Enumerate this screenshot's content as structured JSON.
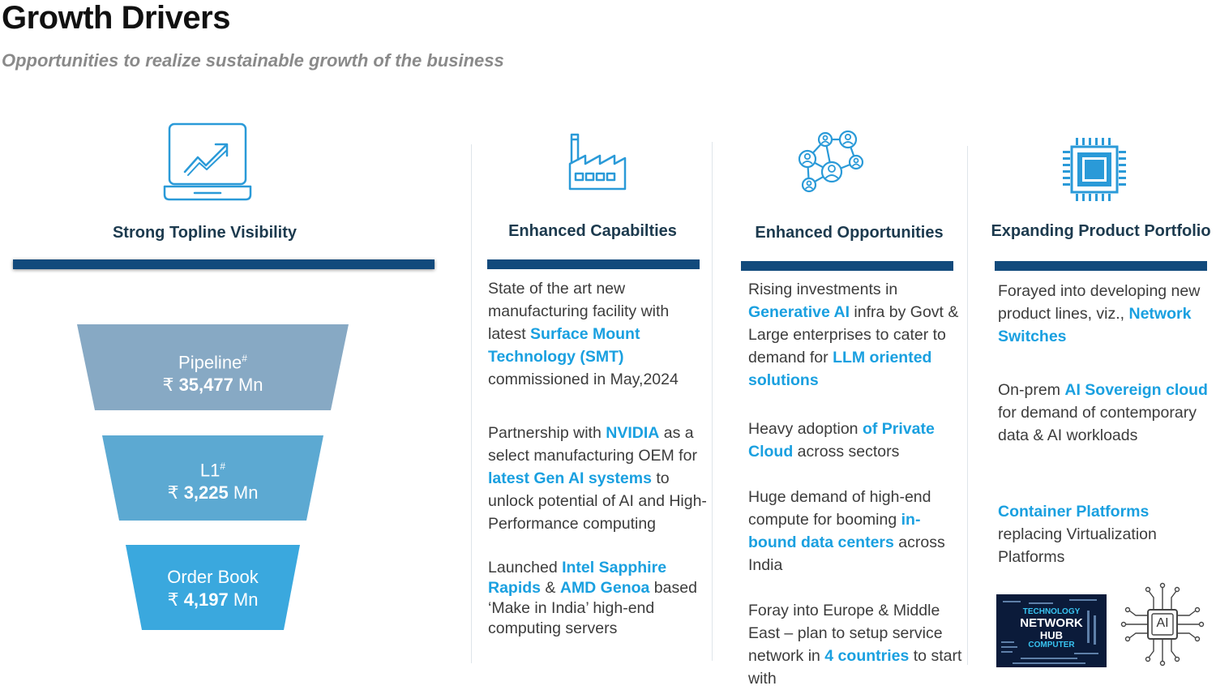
{
  "header": {
    "title": "Growth Drivers",
    "subtitle": "Opportunities to realize sustainable growth of the business"
  },
  "columns": {
    "c1": {
      "heading": "Strong Topline Visibility",
      "icon": "laptop-growth-icon"
    },
    "c2": {
      "heading": "Enhanced Capabilties",
      "icon": "factory-icon"
    },
    "c3": {
      "heading": "Enhanced Opportunities",
      "icon": "network-people-icon"
    },
    "c4": {
      "heading": "Expanding Product Portfolio",
      "icon": "chip-icon"
    }
  },
  "funnel": {
    "pipeline": {
      "label": "Pipeline",
      "sup": "#",
      "currency": "₹",
      "value": "35,477",
      "unit": "Mn"
    },
    "l1": {
      "label": "L1",
      "sup": "#",
      "currency": "₹",
      "value": "3,225",
      "unit": "Mn"
    },
    "order_book": {
      "label": "Order Book",
      "currency": "₹",
      "value": "4,197",
      "unit": "Mn"
    }
  },
  "c2_points": {
    "p1": {
      "a": "State of the art new manufacturing facility with latest ",
      "hl": "Surface Mount Technology (SMT)",
      "b": " commissioned in May,2024"
    },
    "p2": {
      "a": "Partnership with ",
      "hl1": "NVIDIA",
      "b": " as a select manufacturing OEM for ",
      "hl2": "latest Gen AI systems",
      "c": " to unlock potential of AI and High-Performance computing"
    },
    "p3": {
      "a": "Launched ",
      "hl1": "Intel Sapphire Rapids",
      "b": " & ",
      "hl2": "AMD Genoa",
      "c": " based ‘Make in India’ high-end computing servers"
    }
  },
  "c3_points": {
    "p1": {
      "a": "Rising investments in ",
      "hl1": "Generative AI",
      "b": " infra by Govt & Large enterprises to cater to demand for ",
      "hl2": "LLM oriented solutions"
    },
    "p2": {
      "a": "Heavy adoption ",
      "hl": "of Private Cloud",
      "b": " across sectors"
    },
    "p3": {
      "a": "Huge demand of high-end compute for booming ",
      "hl": "in-bound data centers",
      "b": " across India"
    },
    "p4": {
      "a": "Foray into Europe & Middle East – plan to setup service network in ",
      "hl": "4 countries",
      "b": " to start with"
    }
  },
  "c4_points": {
    "p1": {
      "a": "Forayed into developing new product lines, viz., ",
      "hl": "Network Switches"
    },
    "p2": {
      "a": "On-prem ",
      "hl": "AI Sovereign cloud",
      "b": " for demand of contemporary data & AI workloads"
    },
    "p3": {
      "hl": "Container Platforms",
      "b": " replacing Virtualization Platforms"
    }
  },
  "images": {
    "word_cloud": {
      "w1": "TECHNOLOGY",
      "w2": "NETWORK",
      "w3": "HUB",
      "w4": "COMPUTER"
    },
    "ai_chip": {
      "label": "AI"
    }
  },
  "colors": {
    "navy_bar": "#124a7c",
    "highlight": "#1aa0e0",
    "icon_blue": "#2a9ad8"
  }
}
